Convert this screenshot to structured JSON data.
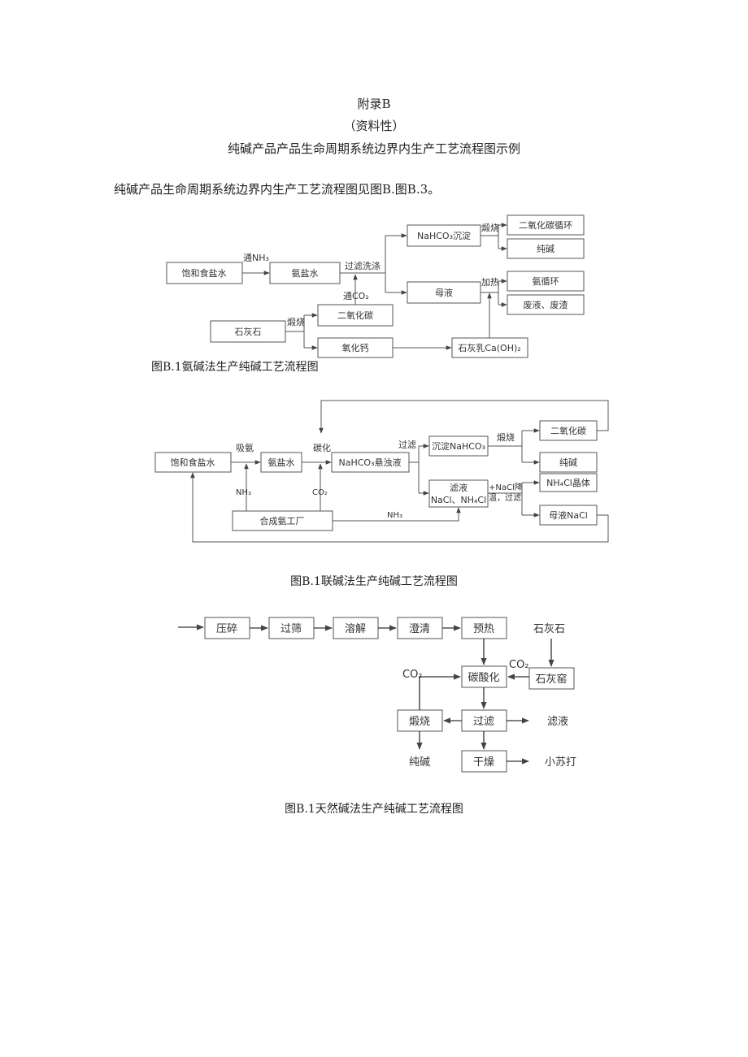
{
  "heading": {
    "appendix": "附录B",
    "nature": "（资料性）",
    "title": "纯碱产品产品生命周期系统边界内生产工艺流程图示例"
  },
  "intro": "纯碱产品生命周期系统边界内生产工艺流程图见图B.图B.3。",
  "fig1": {
    "caption": "图B.1氨碱法生产纯碱工艺流程图",
    "nodes": {
      "brine": "饱和食盐水",
      "ammonia_brine": "氨盐水",
      "nahco3_ppt": "NaHCO₃沉淀",
      "mother_liquor": "母液",
      "limestone": "石灰石",
      "co2": "二氧化碳",
      "cao": "氧化钙",
      "lime_milk": "石灰乳Ca(OH)₂",
      "co2_cycle": "二氧化碳循环",
      "soda": "纯碱",
      "nh3_cycle": "氨循环",
      "waste": "废液、废渣"
    },
    "labels": {
      "pass_nh3": "通NH₃",
      "filter_wash": "过滤洗涤",
      "pass_co2": "通CO₂",
      "calcine_top": "煅烧",
      "heat": "加热",
      "calcine_stone": "煅烧"
    }
  },
  "fig2": {
    "caption": "图B.1联碱法生产纯碱工艺流程图",
    "nodes": {
      "brine": "饱和食盐水",
      "ammonia_brine": "氨盐水",
      "suspension": "NaHCO₃悬浊液",
      "ppt": "沉淀NaHCO₃",
      "filtrate_1": "滤液",
      "filtrate_2": "NaCl、NH₄Cl",
      "co2": "二氧化碳",
      "soda": "纯碱",
      "nh4cl": "NH₄Cl晶体",
      "mother_nacl": "母液NaCl",
      "ammonia_plant": "合成氨工厂"
    },
    "labels": {
      "absorb_nh3": "吸氨",
      "carbonize": "碳化",
      "filter": "过滤",
      "calcine": "煅烧",
      "nacl_1": "+NaCl降",
      "nacl_2": "温，过滤",
      "nh3_left": "NH₃",
      "co2_mid": "CO₂",
      "nh3_bottom": "NH₃"
    }
  },
  "fig3": {
    "caption": "图B.1天然碱法生产纯碱工艺流程图",
    "nodes": {
      "crush": "压碎",
      "sieve": "过筛",
      "dissolve": "溶解",
      "clarify": "澄清",
      "preheat": "预热",
      "carbonate": "碳酸化",
      "kiln": "石灰窑",
      "calcine": "煅烧",
      "filter": "过滤",
      "dry": "干燥"
    },
    "labels": {
      "limestone": "石灰石",
      "co2_right": "CO₂",
      "co2_left": "CO₂",
      "filtrate": "滤液",
      "soda": "纯碱",
      "baking_soda": "小苏打"
    }
  }
}
